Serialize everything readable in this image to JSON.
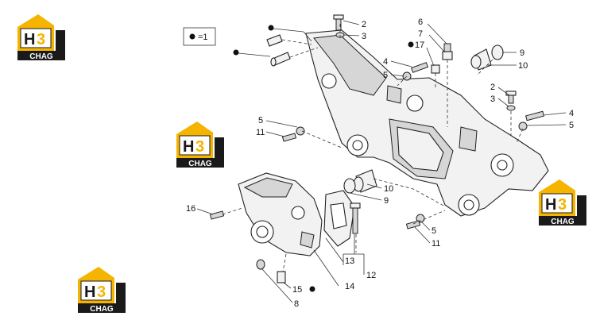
{
  "legend": {
    "label": "=1"
  },
  "logo": {
    "h_letter": "H",
    "three_glyph": "3",
    "subtext": "CHAG",
    "house_color": "#F5B400",
    "dark_color": "#1A1A1A"
  },
  "callouts": [
    {
      "id": "c2a",
      "text": "2"
    },
    {
      "id": "c3a",
      "text": "3"
    },
    {
      "id": "c6",
      "text": "6"
    },
    {
      "id": "c7",
      "text": "7"
    },
    {
      "id": "c17",
      "text": "17"
    },
    {
      "id": "c4a",
      "text": "4"
    },
    {
      "id": "c5a",
      "text": "5"
    },
    {
      "id": "c9a",
      "text": "9"
    },
    {
      "id": "c10a",
      "text": "10"
    },
    {
      "id": "c2b",
      "text": "2"
    },
    {
      "id": "c3b",
      "text": "3"
    },
    {
      "id": "c4b",
      "text": "4"
    },
    {
      "id": "c5b",
      "text": "5"
    },
    {
      "id": "c5c",
      "text": "5"
    },
    {
      "id": "c11a",
      "text": "11"
    },
    {
      "id": "c10b",
      "text": "10"
    },
    {
      "id": "c9b",
      "text": "9"
    },
    {
      "id": "c16",
      "text": "16"
    },
    {
      "id": "c5d",
      "text": "5"
    },
    {
      "id": "c11b",
      "text": "11"
    },
    {
      "id": "c13",
      "text": "13"
    },
    {
      "id": "c12",
      "text": "12"
    },
    {
      "id": "c14",
      "text": "14"
    },
    {
      "id": "c15",
      "text": "15"
    },
    {
      "id": "c8",
      "text": "8"
    }
  ]
}
